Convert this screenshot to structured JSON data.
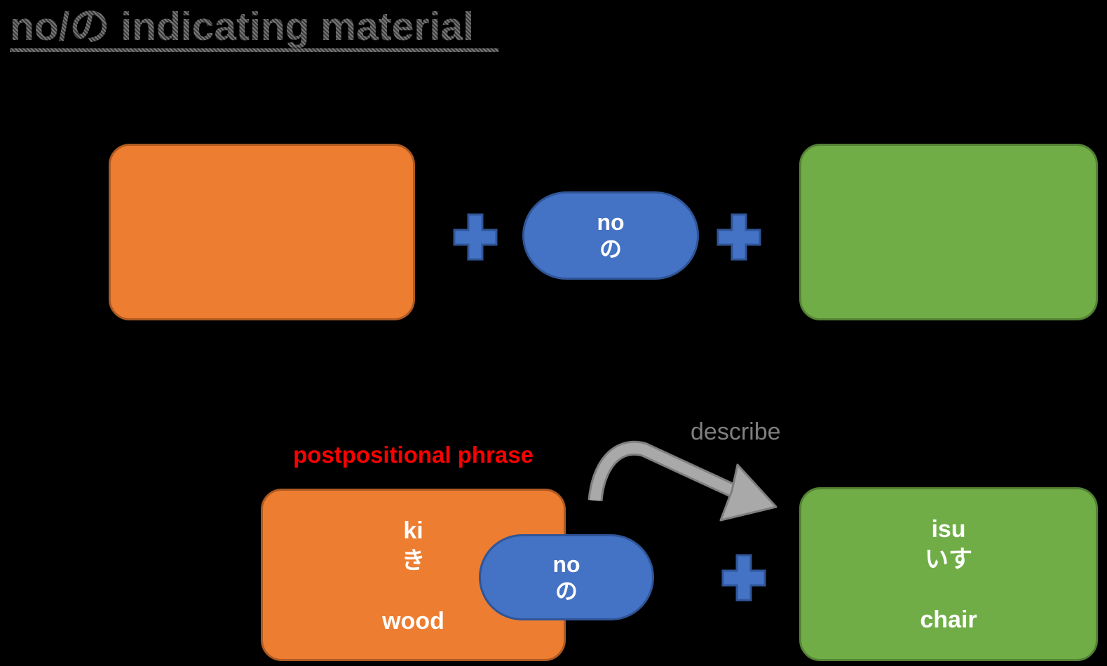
{
  "title": "no/の indicating material",
  "colors": {
    "background": "#000000",
    "orange": "#ED7D31",
    "orange_border": "#AE5A21",
    "blue": "#4472C4",
    "blue_border": "#2F5597",
    "green": "#70AD47",
    "green_border": "#548235",
    "red": "#FF0000",
    "gray_arrow": "#A9A9A9",
    "gray_arrow_border": "#7F7F7F",
    "gray_text": "#7F7F7F"
  },
  "icons": {
    "plus": "plus-icon",
    "arrow": "curved-describe-arrow"
  },
  "formula": {
    "particle": {
      "romaji": "no",
      "kana": "の"
    }
  },
  "example": {
    "phrase_label": "postpositional phrase",
    "material": {
      "romaji": "ki",
      "kana": "き",
      "english": "wood"
    },
    "particle": {
      "romaji": "no",
      "kana": "の"
    },
    "item": {
      "romaji": "isu",
      "kana": "いす",
      "english": "chair"
    },
    "arrow_label": "describe"
  }
}
